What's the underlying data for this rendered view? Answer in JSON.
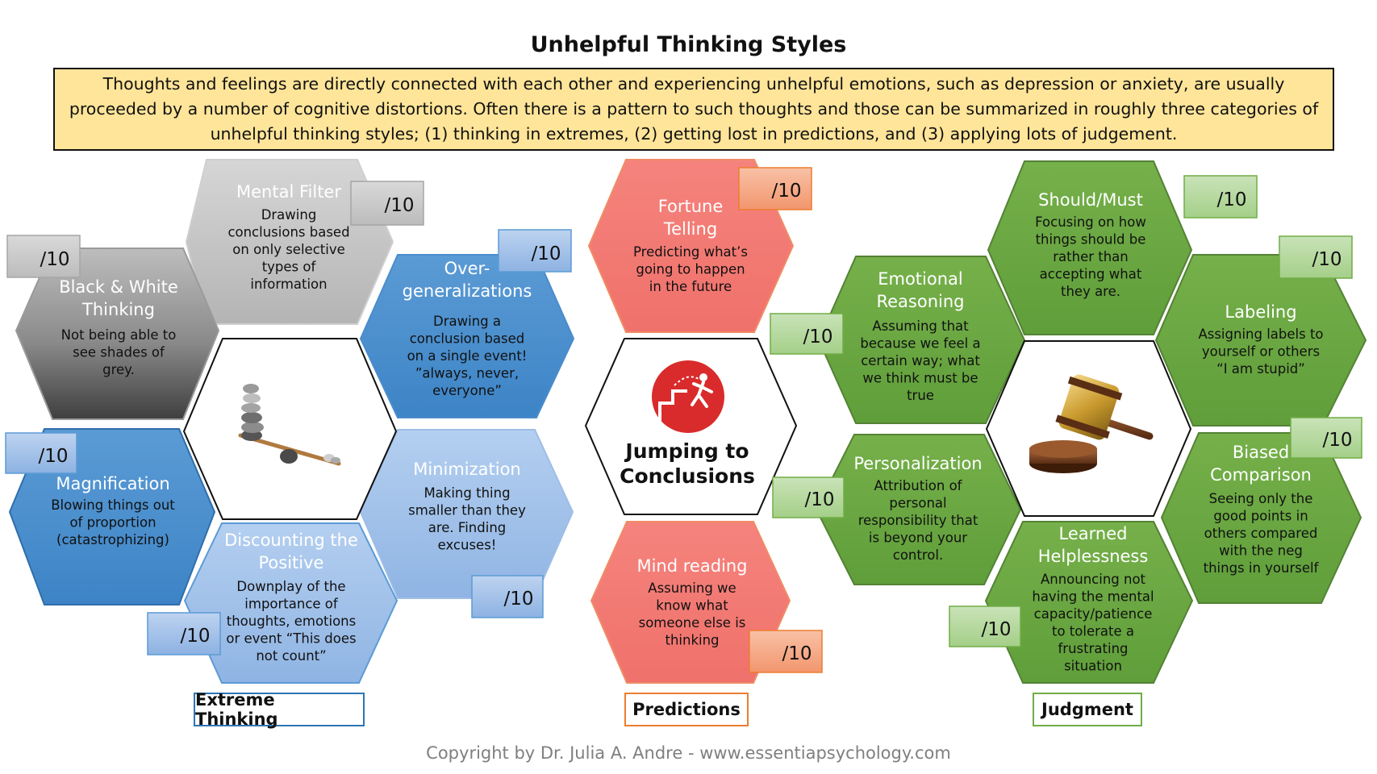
{
  "title": "Unhelpful Thinking Styles",
  "intro": "Thoughts and feelings are directly connected with each other and experiencing unhelpful emotions, such as depression or anxiety, are usually proceeded by a number of cognitive distortions. Often there is a pattern to such thoughts and those can be summarized in roughly three categories of unhelpful thinking styles; (1) thinking in extremes, (2)  getting lost in predictions, and (3) applying lots of judgement.",
  "score_label": "/10",
  "center": {
    "balance_icon": "balance-stones-icon",
    "jumping_icon": "jumping-person-icon",
    "jumping_title": [
      "Jumping to",
      "Conclusions"
    ],
    "gavel_icon": "gavel-icon"
  },
  "styles": {
    "mental_filter": {
      "title": [
        "Mental Filter"
      ],
      "desc": [
        "Drawing",
        "conclusions based",
        "on only selective",
        "types of",
        "information"
      ]
    },
    "black_white": {
      "title": [
        "Black & White",
        "Thinking"
      ],
      "desc": [
        "Not being able to",
        "see shades of",
        "grey."
      ]
    },
    "overgeneralizations": {
      "title": [
        "Over-",
        "generalizations"
      ],
      "desc": [
        "Drawing a",
        "conclusion based",
        "on a single event!",
        "”always, never,",
        "everyone”"
      ]
    },
    "magnification": {
      "title": [
        "Magnification"
      ],
      "desc": [
        "Blowing things out",
        "of proportion",
        "(catastrophizing)"
      ]
    },
    "minimization": {
      "title": [
        "Minimization"
      ],
      "desc": [
        "Making thing",
        "smaller than they",
        "are. Finding",
        "excuses!"
      ]
    },
    "discounting": {
      "title": [
        "Discounting the",
        "Positive"
      ],
      "desc": [
        "Downplay of the",
        "importance of",
        "thoughts, emotions",
        "or event “This does",
        "not count”"
      ]
    },
    "fortune_telling": {
      "title": [
        "Fortune",
        "Telling"
      ],
      "desc": [
        "Predicting what’s",
        "going to happen",
        "in the future"
      ]
    },
    "mind_reading": {
      "title": [
        "Mind reading"
      ],
      "desc": [
        "Assuming we",
        "know what",
        "someone else is",
        "thinking"
      ]
    },
    "should_must": {
      "title": [
        "Should/Must"
      ],
      "desc": [
        "Focusing on how",
        "things should be",
        "rather than",
        "accepting what",
        "they are."
      ]
    },
    "emotional_reasoning": {
      "title": [
        "Emotional",
        "Reasoning"
      ],
      "desc": [
        "Assuming that",
        "because we feel a",
        "certain way; what",
        "we think must be",
        "true"
      ]
    },
    "labeling": {
      "title": [
        "Labeling"
      ],
      "desc": [
        "Assigning labels to",
        "yourself or others",
        "“I am stupid”"
      ]
    },
    "personalization": {
      "title": [
        "Personalization"
      ],
      "desc": [
        "Attribution of",
        "personal",
        "responsibility that",
        "is beyond your",
        "control."
      ]
    },
    "learned_helplessness": {
      "title": [
        "Learned",
        "Helplessness"
      ],
      "desc": [
        "Announcing not",
        "having the mental",
        "capacity/patience",
        "to tolerate a",
        "frustrating",
        "situation"
      ]
    },
    "biased_comparison": {
      "title": [
        "Biased",
        "Comparison"
      ],
      "desc": [
        "Seeing only the",
        "good points in",
        "others compared",
        "with the neg",
        "things in yourself"
      ]
    }
  },
  "categories": {
    "extreme": "Extreme Thinking",
    "predictions": "Predictions",
    "judgment": "Judgment"
  },
  "copyright": "Copyright by Dr. Julia A. Andre - www.essentiapsychology.com",
  "colors": {
    "intro_bg": "#ffe599",
    "grey": "#bfbfbf",
    "blue": "#5b9bd5",
    "light_blue": "#a4c4ea",
    "red": "#f47c76",
    "green": "#70ad47",
    "green_dark": "#548235"
  }
}
